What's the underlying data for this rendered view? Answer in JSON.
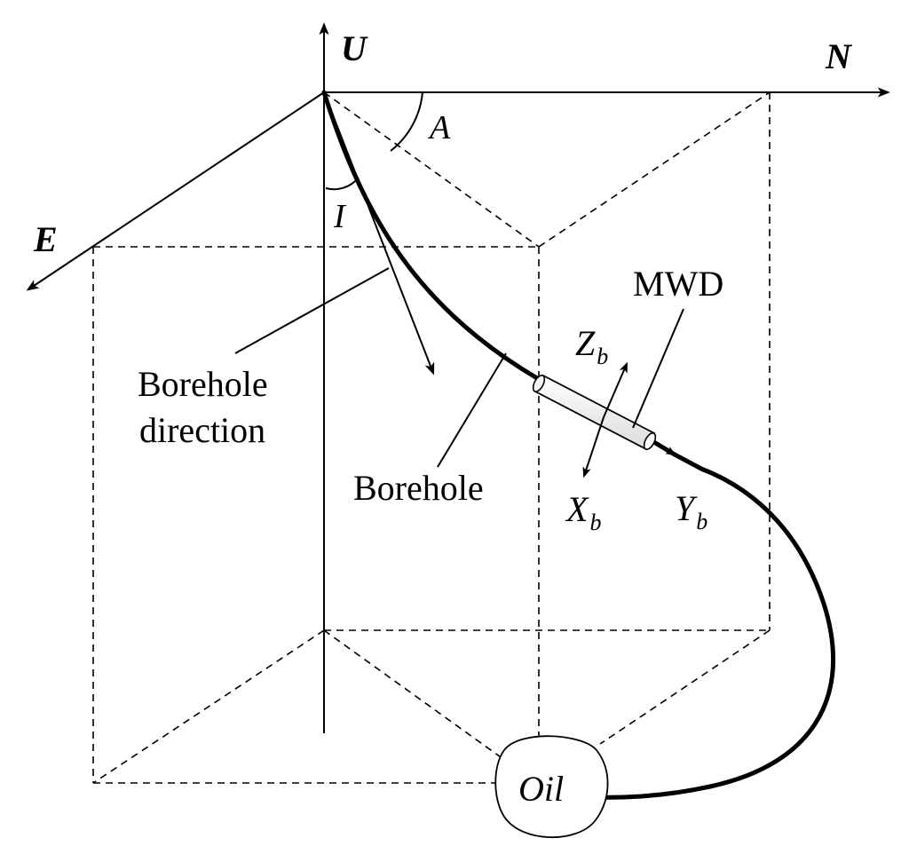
{
  "axes": {
    "up": "U",
    "north": "N",
    "east": "E"
  },
  "angles": {
    "azimuth": "A",
    "inclination": "I"
  },
  "labels": {
    "borehole_direction_line1": "Borehole",
    "borehole_direction_line2": "direction",
    "borehole": "Borehole",
    "mwd": "MWD",
    "oil": "Oil"
  },
  "body_axes": {
    "x": {
      "main": "X",
      "sub": "b"
    },
    "y": {
      "main": "Y",
      "sub": "b"
    },
    "z": {
      "main": "Z",
      "sub": "b"
    }
  }
}
